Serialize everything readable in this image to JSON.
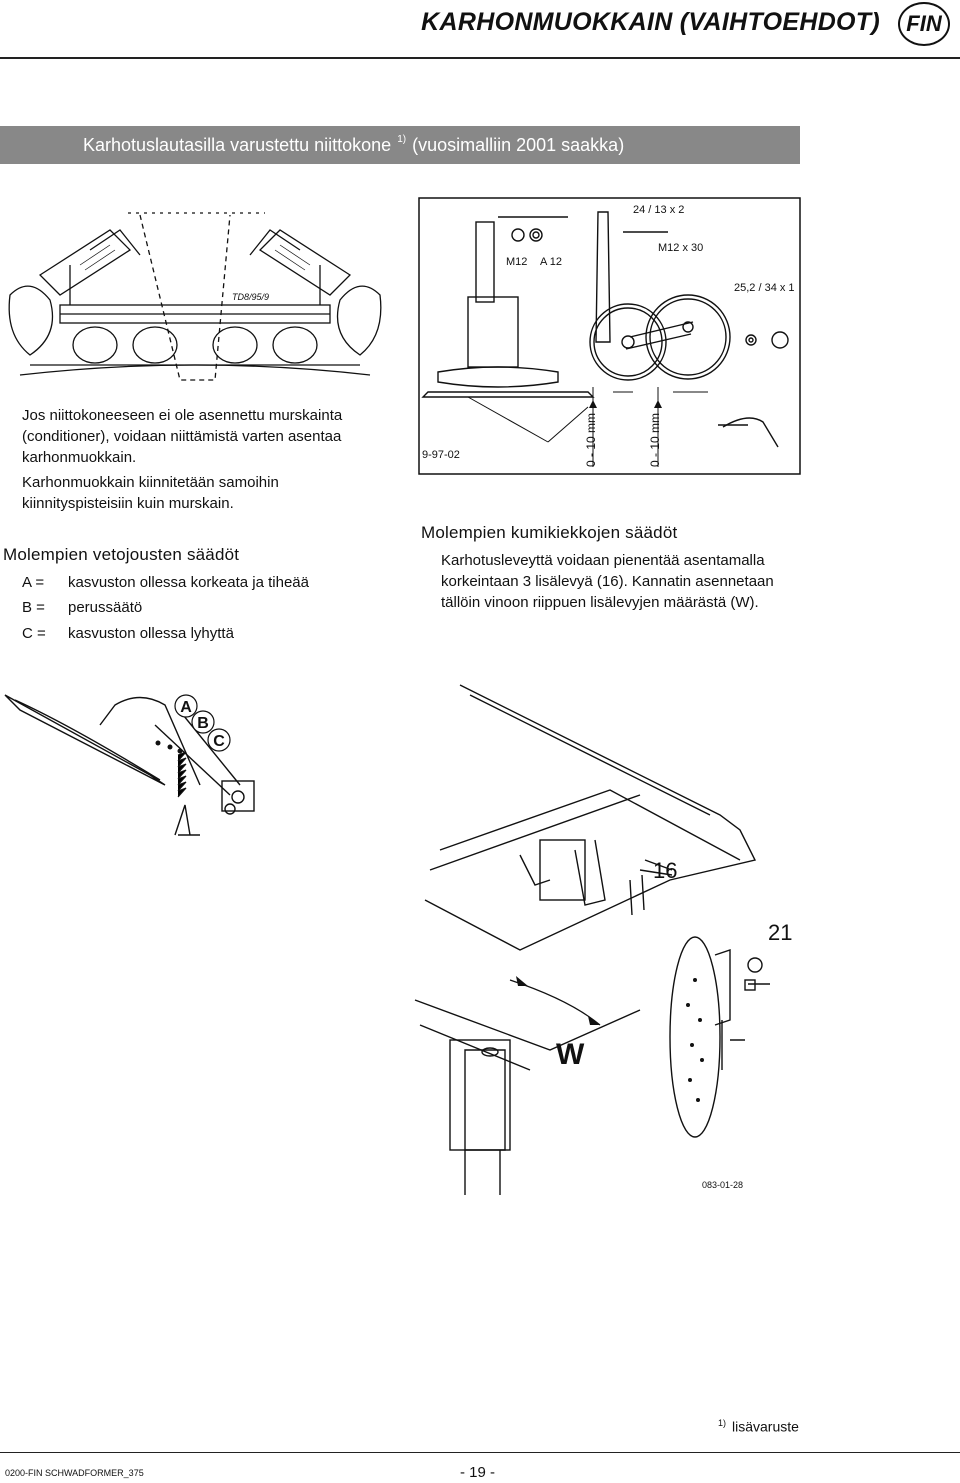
{
  "header": {
    "title": "KARHONMUOKKAIN (VAIHTOEHDOT)",
    "lang_badge": "FIN"
  },
  "banner": {
    "text_before": "Karhotuslautasilla varustettu niittokone",
    "sup": "1)",
    "text_after": "(vuosimalliin 2001 saakka)"
  },
  "fig1": {
    "code": "TD8/95/9"
  },
  "intro": {
    "p1": "Jos niittokoneeseen ei ole asennettu murskainta (conditioner), voidaan niittämistä varten asentaa karhonmuokkain.",
    "p2": "Karhonmuokkain kiinnitetään samoihin kiinnityspisteisiin kuin murskain."
  },
  "springs": {
    "heading": "Molempien vetojousten säädöt",
    "rows": [
      {
        "key": "A =",
        "text": "kasvuston ollessa korkeata ja tiheää"
      },
      {
        "key": "B =",
        "text": "perussäätö"
      },
      {
        "key": "C =",
        "text": "kasvuston ollessa lyhyttä"
      }
    ]
  },
  "fig2": {
    "code": "9-97-02",
    "labels": {
      "washer_spec": "24 / 13 x 2",
      "bolt_a": "M12",
      "bolt_b": "A 12",
      "bolt_c": "M12 x 30",
      "washer_spec2": "25,2 / 34 x 1",
      "gap1": "0 - 10 mm",
      "gap2": "0 - 10 mm"
    }
  },
  "wheels": {
    "heading": "Molempien kumikiekkojen säädöt",
    "text": "Karhotusleveyttä voidaan pienentää asentamalla korkeintaan 3 lisälevyä (16). Kannatin asennetaan tällöin vinoon riippuen lisälevyjen määrästä (W)."
  },
  "fig3": {
    "a": "A",
    "b": "B",
    "c": "C"
  },
  "fig4": {
    "l16": "16",
    "l21": "21",
    "w": "W",
    "code": "083-01-28"
  },
  "footer": {
    "footnote_sup": "1)",
    "footnote": "lisävaruste",
    "doc_id": "0200-FIN SCHWADFORMER_375",
    "page": "- 19 -"
  }
}
